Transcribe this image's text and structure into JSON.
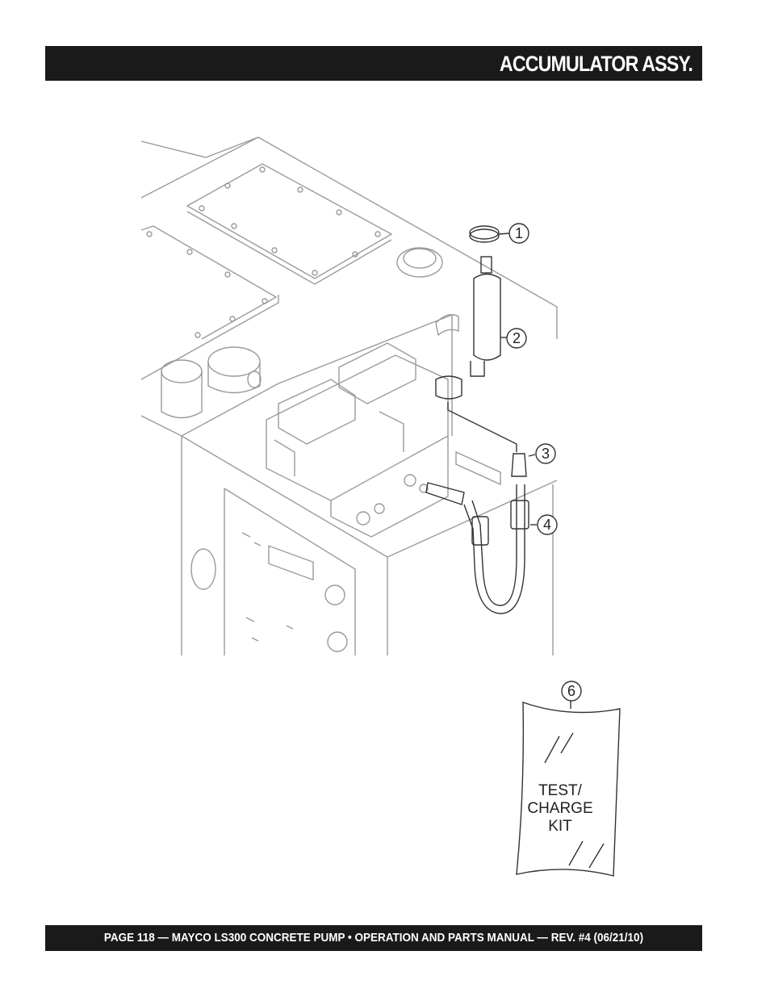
{
  "header": {
    "title": "ACCUMULATOR ASSY."
  },
  "callouts": [
    {
      "id": "callout-1",
      "label": "1"
    },
    {
      "id": "callout-2",
      "label": "2"
    },
    {
      "id": "callout-3",
      "label": "3"
    },
    {
      "id": "callout-4",
      "label": "4"
    },
    {
      "id": "callout-6",
      "label": "6"
    }
  ],
  "kit": {
    "line1": "TEST/",
    "line2": "CHARGE",
    "line3": "KIT"
  },
  "footer": {
    "text": "PAGE 118 — MAYCO LS300 CONCRETE PUMP • OPERATION AND PARTS MANUAL — REV. #4 (06/21/10)"
  }
}
